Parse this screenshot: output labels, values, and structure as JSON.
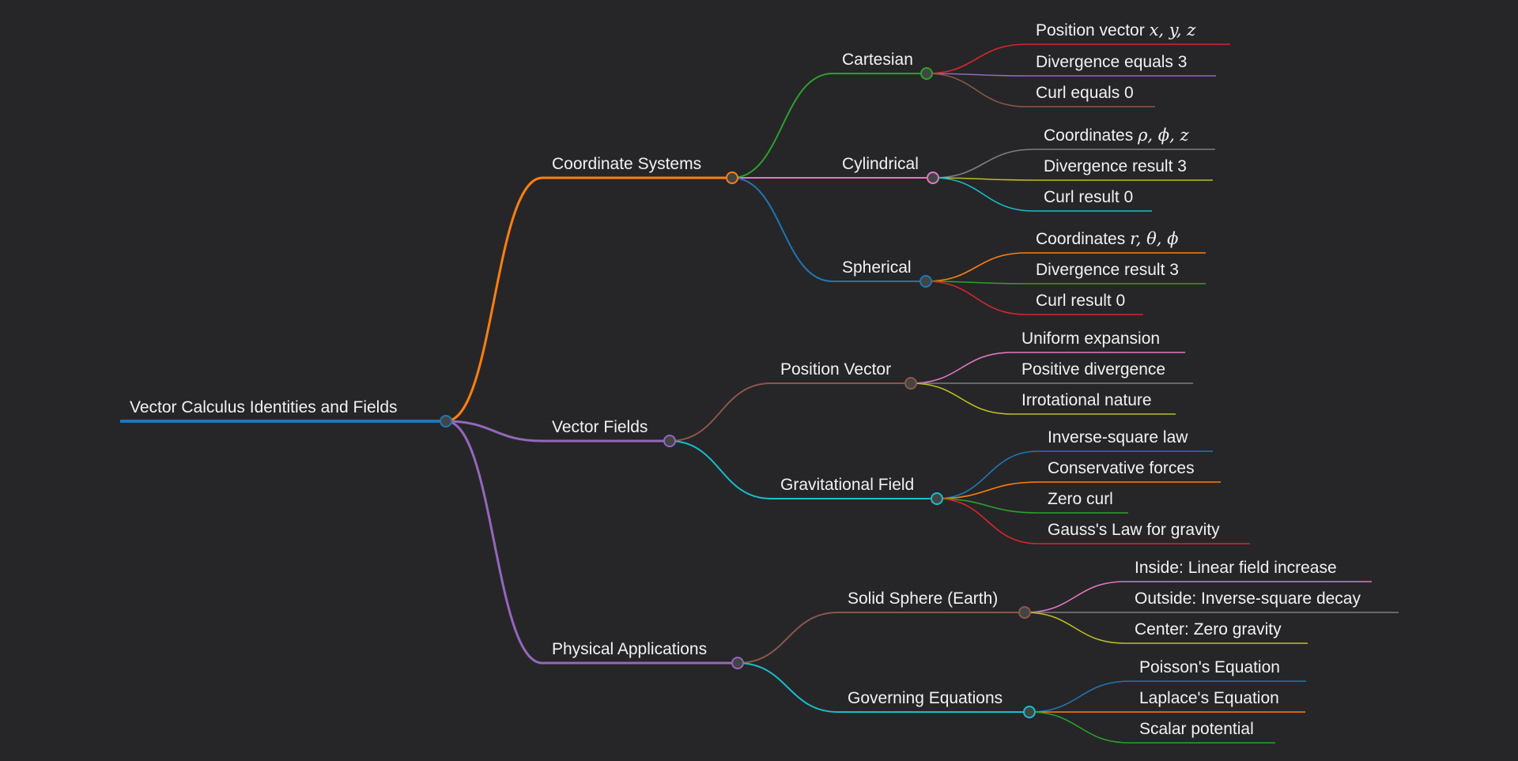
{
  "mindmap": {
    "root": {
      "label": "Vector Calculus Identities and Fields",
      "color": "#1f77b4",
      "children": [
        {
          "label": "Coordinate Systems",
          "color": "#ff7f0e",
          "children": [
            {
              "label": "Cartesian",
              "color": "#2ca02c",
              "children": [
                {
                  "label": "Position vector ",
                  "math": "x, y, z",
                  "color": "#d62728"
                },
                {
                  "label": "Divergence equals 3",
                  "color": "#9467bd"
                },
                {
                  "label": "Curl equals 0",
                  "color": "#8c564b"
                }
              ]
            },
            {
              "label": "Cylindrical",
              "color": "#e377c2",
              "children": [
                {
                  "label": "Coordinates ",
                  "math": "ρ, ϕ, z",
                  "color": "#7f7f7f"
                },
                {
                  "label": "Divergence result 3",
                  "color": "#bcbd22"
                },
                {
                  "label": "Curl result 0",
                  "color": "#17becf"
                }
              ]
            },
            {
              "label": "Spherical",
              "color": "#1f77b4",
              "children": [
                {
                  "label": "Coordinates ",
                  "math": "r, θ, ϕ",
                  "color": "#ff7f0e"
                },
                {
                  "label": "Divergence result 3",
                  "color": "#2ca02c"
                },
                {
                  "label": "Curl result 0",
                  "color": "#d62728"
                }
              ]
            }
          ]
        },
        {
          "label": "Vector Fields",
          "color": "#9467bd",
          "children": [
            {
              "label": "Position Vector",
              "color": "#8c564b",
              "children": [
                {
                  "label": "Uniform expansion",
                  "color": "#e377c2"
                },
                {
                  "label": "Positive divergence",
                  "color": "#7f7f7f"
                },
                {
                  "label": "Irrotational nature",
                  "color": "#bcbd22"
                }
              ]
            },
            {
              "label": "Gravitational Field",
              "color": "#17becf",
              "children": [
                {
                  "label": "Inverse-square law",
                  "color": "#1f77b4"
                },
                {
                  "label": "Conservative forces",
                  "color": "#ff7f0e"
                },
                {
                  "label": "Zero curl",
                  "color": "#2ca02c"
                },
                {
                  "label": "Gauss's Law for gravity",
                  "color": "#d62728"
                }
              ]
            }
          ]
        },
        {
          "label": "Physical Applications",
          "color": "#9467bd",
          "children": [
            {
              "label": "Solid Sphere (Earth)",
              "color": "#8c564b",
              "children": [
                {
                  "label": "Inside: Linear field increase",
                  "color": "#e377c2"
                },
                {
                  "label": "Outside: Inverse-square decay",
                  "color": "#7f7f7f"
                },
                {
                  "label": "Center: Zero gravity",
                  "color": "#bcbd22"
                }
              ]
            },
            {
              "label": "Governing Equations",
              "color": "#17becf",
              "children": [
                {
                  "label": "Poisson's Equation",
                  "color": "#1f77b4"
                },
                {
                  "label": "Laplace's Equation",
                  "color": "#ff7f0e"
                },
                {
                  "label": "Scalar potential",
                  "color": "#2ca02c"
                }
              ]
            }
          ]
        }
      ]
    }
  }
}
